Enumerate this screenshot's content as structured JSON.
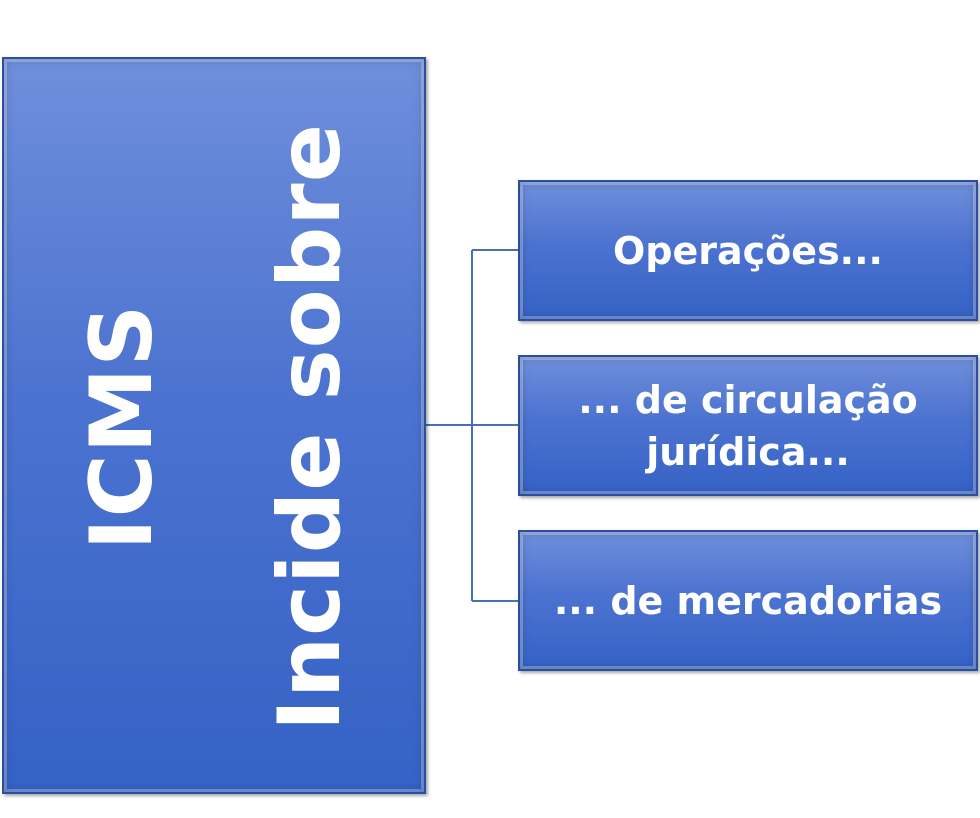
{
  "diagram": {
    "root": {
      "line1": "ICMS",
      "line2": "Incide sobre"
    },
    "children": [
      {
        "line1": "Operações...",
        "line2": ""
      },
      {
        "line1": "... de circulação",
        "line2": "jurídica..."
      },
      {
        "line1": "... de mercadorias",
        "line2": ""
      }
    ]
  },
  "colors": {
    "box_fill": "#4c73d0",
    "box_border": "#2a4f9e",
    "connector": "#4a6fb8",
    "text": "#ffffff"
  }
}
